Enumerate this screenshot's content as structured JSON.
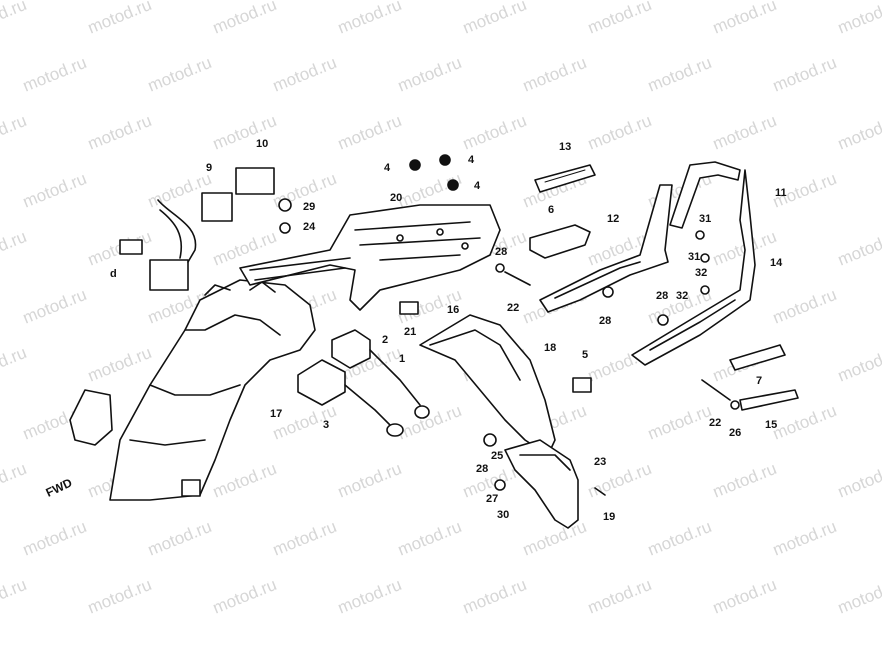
{
  "watermark": "motod.ru",
  "diagram": {
    "fwd_label": "FWD",
    "callouts": {
      "c1": "1",
      "c2": "2",
      "c3": "3",
      "c4a": "4",
      "c4b": "4",
      "c4c": "4",
      "c5": "5",
      "c6": "6",
      "c7": "7",
      "c9": "9",
      "c10": "10",
      "c11": "11",
      "c12": "12",
      "c13": "13",
      "c14": "14",
      "c15": "15",
      "c16": "16",
      "c17": "17",
      "c18": "18",
      "c19": "19",
      "c20": "20",
      "c21": "21",
      "c22a": "22",
      "c22b": "22",
      "c23": "23",
      "c24": "24",
      "c25": "25",
      "c26": "26",
      "c27": "27",
      "c28a": "28",
      "c28b": "28",
      "c28c": "28",
      "c28d": "28",
      "c29": "29",
      "c30": "30",
      "c31a": "31",
      "c31b": "31",
      "c32a": "32",
      "c32b": "32",
      "cd": "d"
    }
  }
}
